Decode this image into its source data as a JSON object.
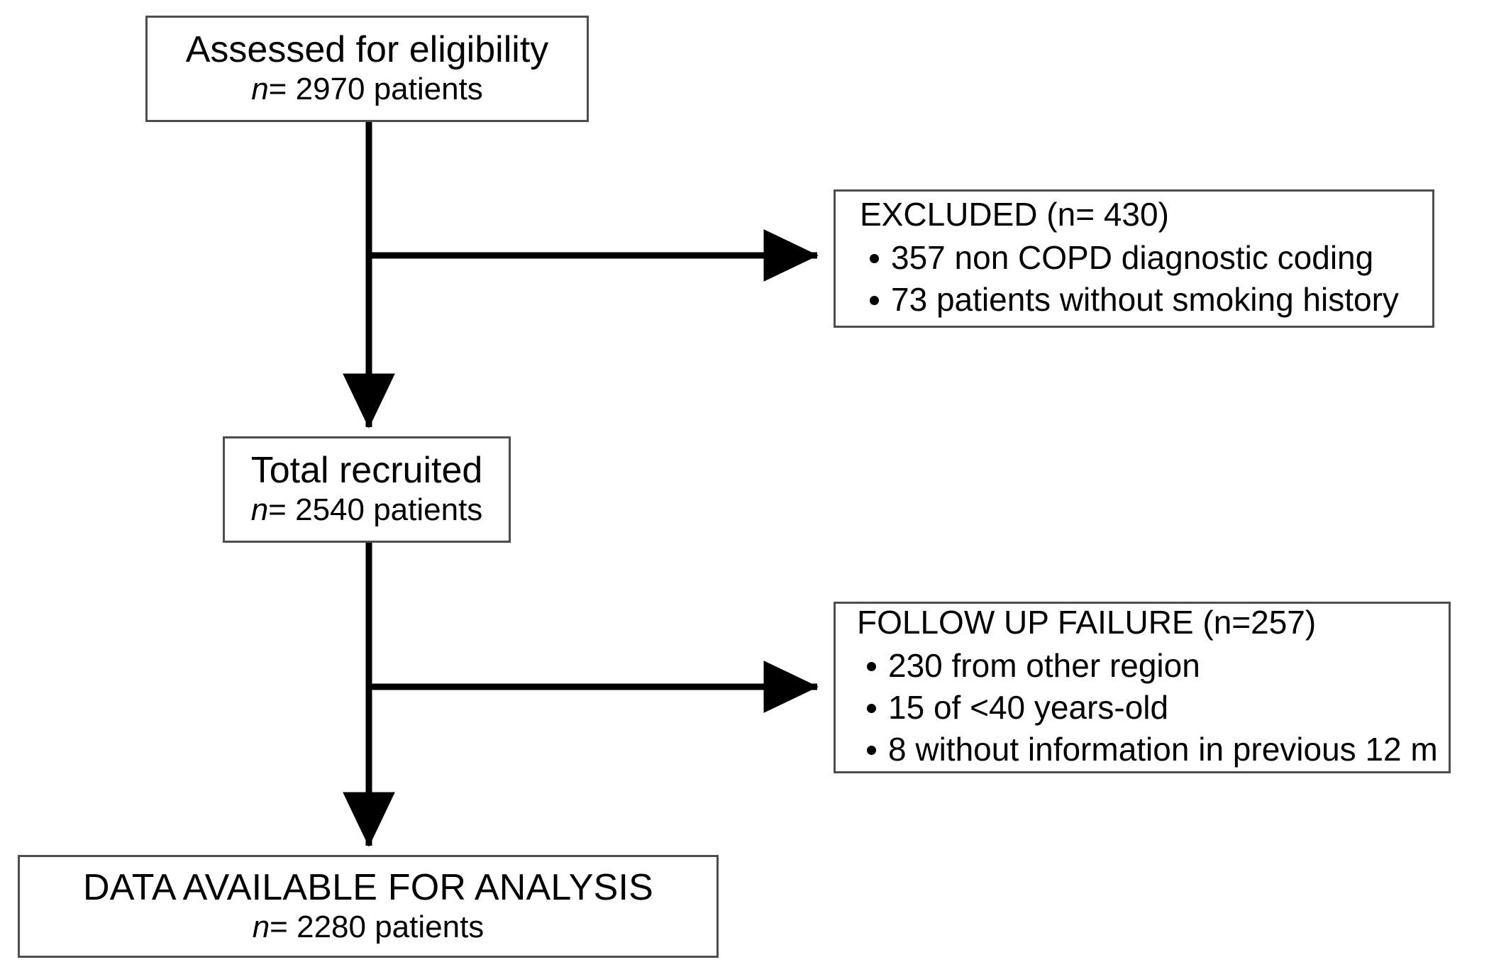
{
  "diagram": {
    "type": "flowchart",
    "orientation": "top-to-bottom",
    "nodes": {
      "assessed": {
        "title": "Assessed for eligibility",
        "n_prefix": "n",
        "n_value": "= 2970 patients"
      },
      "excluded": {
        "heading": "EXCLUDED (n= 430)",
        "items": [
          "357 non COPD diagnostic coding",
          "73 patients without smoking history"
        ]
      },
      "recruited": {
        "title": "Total recruited",
        "n_prefix": "n",
        "n_value": "= 2540 patients"
      },
      "followup": {
        "heading": "FOLLOW UP FAILURE (n=257)",
        "items": [
          "230 from other region",
          "15 of <40 years-old",
          "8 without information in previous 12 m"
        ]
      },
      "analysis": {
        "title": "DATA AVAILABLE FOR ANALYSIS",
        "n_prefix": "n",
        "n_value": "= 2280 patients"
      }
    },
    "colors": {
      "border": "#4d4d4d",
      "arrow": "#000000",
      "text": "#000000",
      "background": "#ffffff"
    }
  }
}
